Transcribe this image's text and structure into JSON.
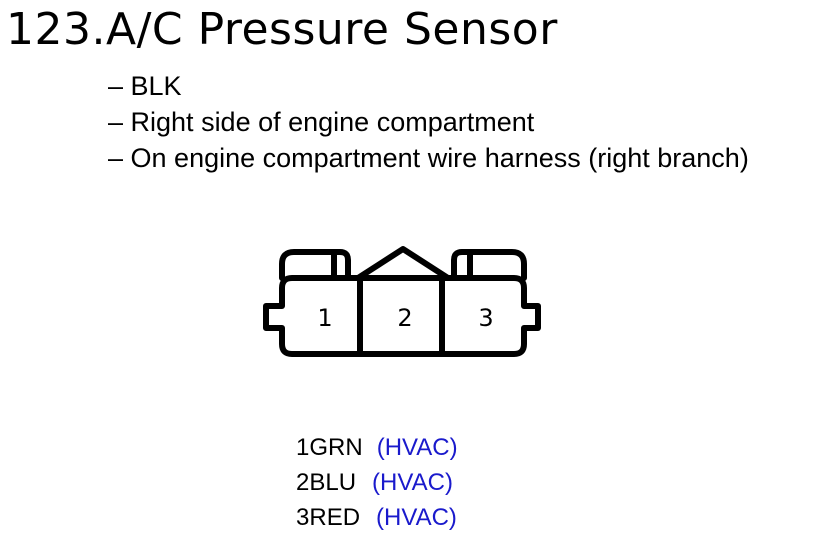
{
  "title": "123.A/C Pressure Sensor",
  "details": [
    "BLK",
    "Right side of engine compartment",
    "On engine compartment wire harness (right branch)"
  ],
  "connector": {
    "terminals": [
      "1",
      "2",
      "3"
    ]
  },
  "pins": [
    {
      "number": "1",
      "color": "GRN",
      "system": "(HVAC)"
    },
    {
      "number": "2",
      "color": "BLU",
      "system": "(HVAC)"
    },
    {
      "number": "3",
      "color": "RED",
      "system": "(HVAC)"
    }
  ],
  "colors": {
    "text": "#000000",
    "system_label": "#1a1acc",
    "background": "#ffffff"
  }
}
